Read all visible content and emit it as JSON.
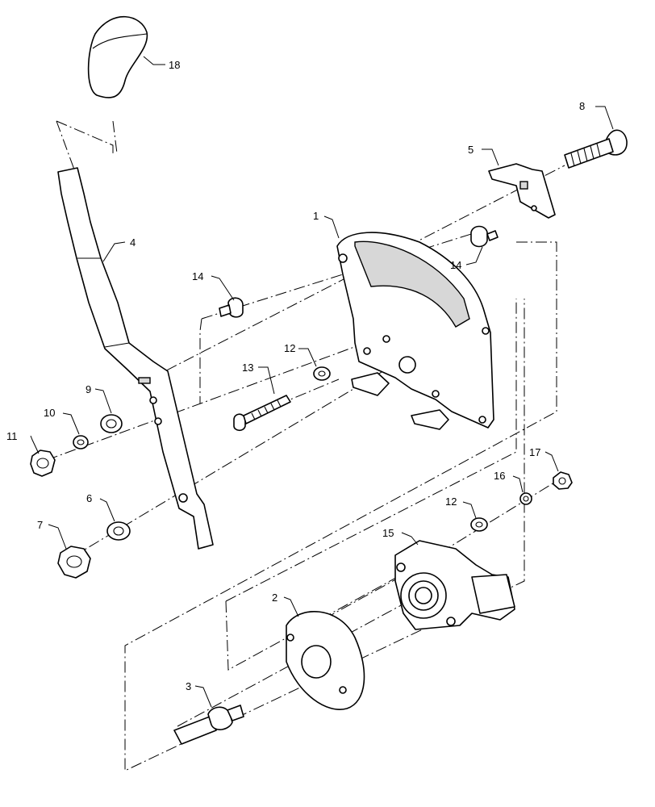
{
  "callouts": {
    "c1": "1",
    "c2": "2",
    "c3": "3",
    "c4": "4",
    "c5": "5",
    "c6": "6",
    "c7": "7",
    "c8": "8",
    "c9": "9",
    "c10": "10",
    "c11": "11",
    "c12a": "12",
    "c12b": "12",
    "c13": "13",
    "c14a": "14",
    "c14b": "14",
    "c15": "15",
    "c16": "16",
    "c17": "17",
    "c18": "18"
  }
}
